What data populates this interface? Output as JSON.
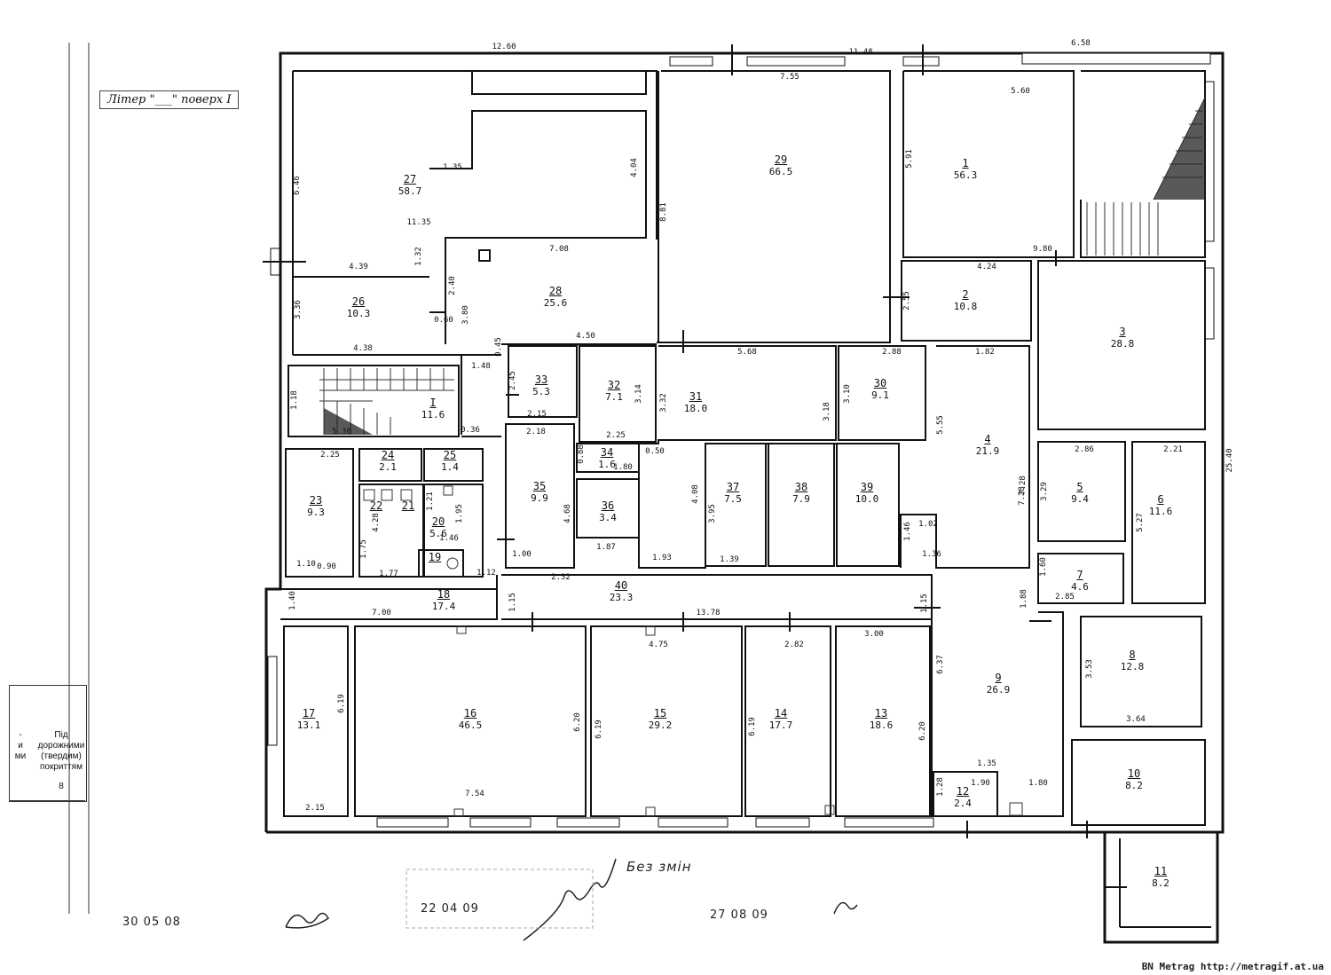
{
  "floor_label": {
    "text": "Літер \"___\" поверх I"
  },
  "side_table": {
    "header": "Під дорожними (твердим) покриттям",
    "value": "8",
    "fragments": [
      "-",
      "и",
      "ми"
    ]
  },
  "note": "Без змін",
  "dates": [
    "30  05  08",
    "22  04  09",
    "27  08  09"
  ],
  "watermark": "BN Metrag http://metragif.at.ua",
  "rooms": [
    {
      "id": "27",
      "area": "58.7"
    },
    {
      "id": "29",
      "area": "66.5"
    },
    {
      "id": "1",
      "area": "56.3"
    },
    {
      "id": "26",
      "area": "10.3"
    },
    {
      "id": "28",
      "area": "25.6"
    },
    {
      "id": "2",
      "area": "10.8"
    },
    {
      "id": "3",
      "area": "28.8"
    },
    {
      "id": "I",
      "area": "11.6"
    },
    {
      "id": "33",
      "area": "5.3"
    },
    {
      "id": "32",
      "area": "7.1"
    },
    {
      "id": "31",
      "area": "18.0"
    },
    {
      "id": "30",
      "area": "9.1"
    },
    {
      "id": "4",
      "area": "21.9"
    },
    {
      "id": "24",
      "area": "2.1"
    },
    {
      "id": "25",
      "area": "1.4"
    },
    {
      "id": "23",
      "area": "9.3"
    },
    {
      "id": "22",
      "area": ""
    },
    {
      "id": "21",
      "area": ""
    },
    {
      "id": "20",
      "area": "5.6"
    },
    {
      "id": "19",
      "area": ""
    },
    {
      "id": "35",
      "area": "9.9"
    },
    {
      "id": "34",
      "area": "1.6"
    },
    {
      "id": "36",
      "area": "3.4"
    },
    {
      "id": "37",
      "area": "7.5"
    },
    {
      "id": "38",
      "area": "7.9"
    },
    {
      "id": "39",
      "area": "10.0"
    },
    {
      "id": "5",
      "area": "9.4"
    },
    {
      "id": "6",
      "area": "11.6"
    },
    {
      "id": "7",
      "area": "4.6"
    },
    {
      "id": "18",
      "area": "17.4"
    },
    {
      "id": "40",
      "area": "23.3"
    },
    {
      "id": "17",
      "area": "13.1"
    },
    {
      "id": "16",
      "area": "46.5"
    },
    {
      "id": "15",
      "area": "29.2"
    },
    {
      "id": "14",
      "area": "17.7"
    },
    {
      "id": "13",
      "area": "18.6"
    },
    {
      "id": "9",
      "area": "26.9"
    },
    {
      "id": "12",
      "area": "2.4"
    },
    {
      "id": "8",
      "area": "12.8"
    },
    {
      "id": "10",
      "area": "8.2"
    },
    {
      "id": "11",
      "area": "8.2"
    }
  ],
  "dimensions": [
    "12.60",
    "11.48",
    "6.58",
    "7.55",
    "5.60",
    "6.46",
    "1.35",
    "4.04",
    "11.35",
    "8.81",
    "5.91",
    "9.80",
    "4.39",
    "1.32",
    "2.40",
    "7.08",
    "4.24",
    "2.55",
    "3.36",
    "4.38",
    "0.60",
    "3.80",
    "0.45",
    "4.50",
    "1.48",
    "2.45",
    "5.68",
    "2.88",
    "1.82",
    "1.18",
    "5.30",
    "2.15",
    "3.14",
    "3.32",
    "3.18",
    "3.10",
    "0.36",
    "2.18",
    "2.25",
    "0.50",
    "5.55",
    "25.40",
    "2.25",
    "7.28",
    "0.88",
    "1.80",
    "2.86",
    "2.21",
    "4.28",
    "1.75",
    "1.21",
    "1.95",
    "1.46",
    "4.68",
    "4.08",
    "3.95",
    "7.28",
    "3.29",
    "5.27",
    "1.10",
    "0.90",
    "1.77",
    "1.00",
    "1.12",
    "2.32",
    "1.87",
    "1.93",
    "1.39",
    "1.46",
    "1.02",
    "1.36",
    "1.60",
    "2.85",
    "1.88",
    "1.40",
    "7.00",
    "1.15",
    "13.78",
    "1.15",
    "4.75",
    "2.82",
    "3.00",
    "6.37",
    "3.53",
    "6.19",
    "6.20",
    "6.19",
    "6.19",
    "6.20",
    "3.64",
    "7.54",
    "2.15",
    "1.35",
    "1.28",
    "1.90",
    "1.80"
  ]
}
